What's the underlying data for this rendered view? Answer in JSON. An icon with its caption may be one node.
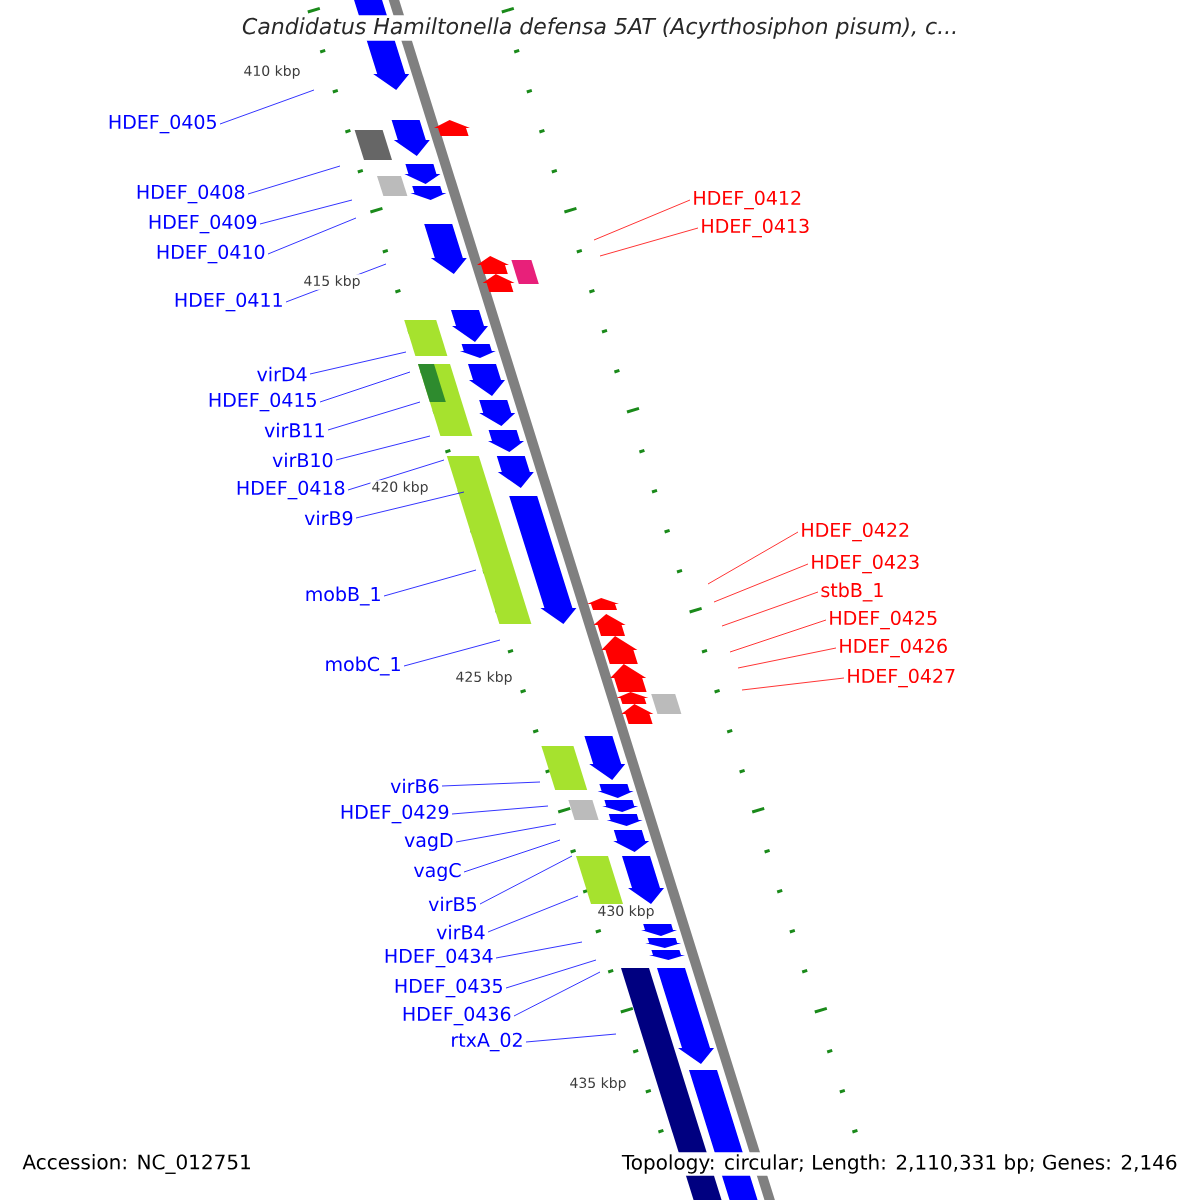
{
  "diagram": {
    "title": "*Candidatus Hamiltonella defensa 5AT (Acyrthosiphon pisum), c...*",
    "nodes": [
      {
        "text": [
          "HDEF_0405"
        ]
      },
      {
        "text": [
          "HDEF_0408"
        ]
      },
      {
        "text": [
          "HDEF_0409"
        ]
      },
      {
        "text": [
          "HDEF_0410"
        ]
      },
      {
        "text": [
          "HDEF_0411"
        ]
      },
      {
        "text": [
          "HDEF_0412"
        ]
      },
      {
        "text": [
          "HDEF_0413"
        ]
      },
      {
        "text": [
          "virD4"
        ]
      },
      {
        "text": [
          "HDEF_0415"
        ]
      },
      {
        "text": [
          "virB11"
        ]
      },
      {
        "text": [
          "virB10"
        ]
      },
      {
        "text": [
          "HDEF_0418"
        ]
      },
      {
        "text": [
          "virB9"
        ]
      },
      {
        "text": [
          "HDEF_0422"
        ]
      },
      {
        "text": [
          "HDEF_0423"
        ]
      },
      {
        "text": [
          "stbB_1"
        ]
      },
      {
        "text": [
          "HDEF_0425"
        ]
      },
      {
        "text": [
          "HDEF_0426"
        ]
      },
      {
        "text": [
          "HDEF_0427"
        ]
      },
      {
        "text": [
          "mobB_1"
        ]
      },
      {
        "text": [
          "mobC_1"
        ]
      },
      {
        "text": [
          "virB6"
        ]
      },
      {
        "text": [
          "HDEF_0429"
        ]
      },
      {
        "text": [
          "vagD"
        ]
      },
      {
        "text": [
          "vagC"
        ]
      },
      {
        "text": [
          "virB5"
        ]
      },
      {
        "text": [
          "virB4"
        ]
      },
      {
        "text": [
          "HDEF_0434"
        ]
      },
      {
        "text": [
          "HDEF_0435"
        ]
      },
      {
        "text": [
          "HDEF_0436"
        ]
      },
      {
        "text": [
          "rtxA_02"
        ]
      }
    ],
    "edges": [
      {
        "from": 0,
        "to": null,
        "arrow": "none"
      },
      {
        "from": 1,
        "to": null,
        "arrow": "none"
      },
      {
        "from": 2,
        "to": null,
        "arrow": "none"
      },
      {
        "from": 3,
        "to": null,
        "arrow": "none"
      },
      {
        "from": 4,
        "to": null,
        "arrow": "none"
      },
      {
        "from": 5,
        "to": null,
        "arrow": "none",
        "color": "#ff0000"
      },
      {
        "from": 6,
        "to": null,
        "arrow": "none",
        "color": "#ff0000"
      },
      {
        "from": 7,
        "to": null,
        "arrow": "none"
      },
      {
        "from": 8,
        "to": null,
        "arrow": "none"
      },
      {
        "from": 9,
        "to": null,
        "arrow": "none"
      },
      {
        "from": 10,
        "to": null,
        "arrow": "none"
      },
      {
        "from": 11,
        "to": null,
        "arrow": "none"
      },
      {
        "from": 12,
        "to": null,
        "arrow": "none"
      },
      {
        "from": 13,
        "to": null,
        "arrow": "none",
        "color": "#ff0000"
      },
      {
        "from": 14,
        "to": null,
        "arrow": "none",
        "color": "#ff0000"
      },
      {
        "from": 15,
        "to": null,
        "arrow": "none",
        "color": "#ff0000"
      },
      {
        "from": 16,
        "to": null,
        "arrow": "none",
        "color": "#ff0000"
      },
      {
        "from": 17,
        "to": null,
        "arrow": "none",
        "color": "#ff0000"
      },
      {
        "from": 18,
        "to": null,
        "arrow": "none",
        "color": "#ff0000"
      },
      {
        "from": 19,
        "to": null,
        "arrow": "none"
      },
      {
        "from": 20,
        "to": null,
        "arrow": "none"
      },
      {
        "from": 21,
        "to": null,
        "arrow": "none"
      },
      {
        "from": 22,
        "to": null,
        "arrow": "none"
      },
      {
        "from": 23,
        "to": null,
        "arrow": "none"
      },
      {
        "from": 24,
        "to": null,
        "arrow": "none"
      },
      {
        "from": 25,
        "to": null,
        "arrow": "none"
      },
      {
        "from": 26,
        "to": null,
        "arrow": "none"
      },
      {
        "from": 27,
        "to": null,
        "arrow": "none"
      },
      {
        "from": 28,
        "to": null,
        "arrow": "none"
      },
      {
        "from": 29,
        "to": null,
        "arrow": "none"
      },
      {
        "from": 30,
        "to": null,
        "arrow": "none"
      }
    ],
    "labels": [
      "410 kbp",
      "415 kbp",
      "420 kbp",
      "425 kbp",
      "430 kbp",
      "435 kbp",
      "Accession: NC_012751",
      "Topology: circular; Length: 2,110,331 bp; Genes: 2,146"
    ]
  }
}
